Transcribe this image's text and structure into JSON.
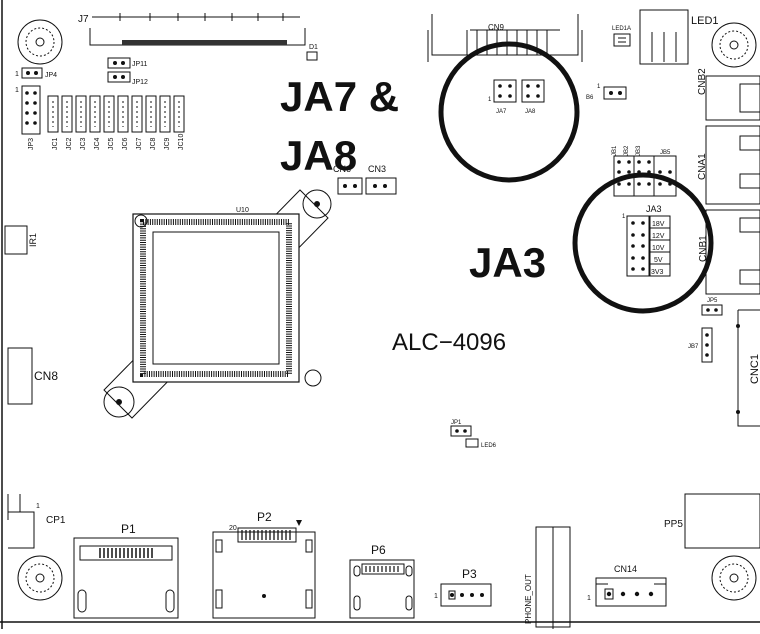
{
  "board": {
    "model": "ALC−4096",
    "callouts": [
      "JA7 &",
      "JA8",
      "JA3"
    ]
  },
  "labels": {
    "J7": "J7",
    "D1": "D1",
    "JP4": "JP4",
    "JP11": "JP11",
    "JP12": "JP12",
    "JP3": "JP3",
    "JC": [
      "JC1",
      "JC2",
      "JC3",
      "JC4",
      "JC5",
      "JC6",
      "JC7",
      "JC8",
      "JC9",
      "JC10"
    ],
    "U10": "U10",
    "IR1": "IR1",
    "CN8": "CN8",
    "CN6": "CN6",
    "CN3": "CN3",
    "CN9": "CN9",
    "JA7": "JA7",
    "JA8": "JA8",
    "JB6": "B6",
    "LED1A": "LED1A",
    "LED1": "LED1",
    "CNB2": "CNB2",
    "CNA1": "CNA1",
    "CNB1": "CNB1",
    "JB1": "JB1",
    "JB2": "JB2",
    "JB3": "JB3",
    "JB5": "JB5",
    "JA3": "JA3",
    "JA3_voltages": [
      "18V",
      "12V",
      "10V",
      "5V",
      "3V3"
    ],
    "JP5": "JP5",
    "JB7": "JB7",
    "CNC1": "CNC1",
    "JP1": "JP1",
    "LED6": "LED6",
    "CP1": "CP1",
    "P1": "P1",
    "P2": "P2",
    "P2_pin": "20",
    "P6": "P6",
    "P3": "P3",
    "PHONE_OUT": "PHONE_OUT",
    "CN14": "CN14",
    "PP5": "PP5",
    "pin1": "1"
  }
}
